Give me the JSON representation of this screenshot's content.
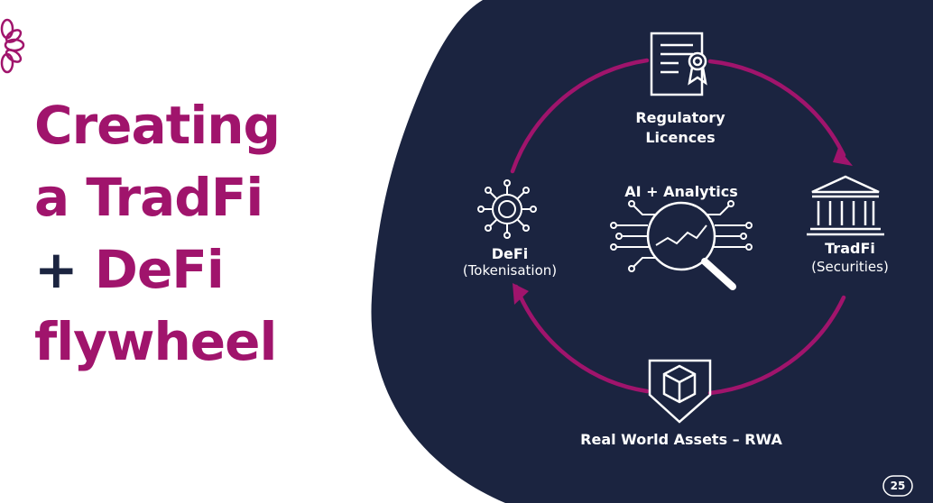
{
  "title": {
    "line1": "Creating",
    "line2": "a TradFi",
    "line3_plus": "+",
    "line3_rest": " DeFi",
    "line4": "flywheel"
  },
  "nodes": {
    "regulatory": {
      "line1": "Regulatory",
      "line2": "Licences"
    },
    "tradfi": {
      "name": "TradFi",
      "sub": "(Securities)"
    },
    "rwa": {
      "name": "Real World Assets – RWA"
    },
    "defi": {
      "name": "DeFi",
      "sub": "(Tokenisation)"
    },
    "center": {
      "name": "AI + Analytics"
    }
  },
  "page_number": "25",
  "colors": {
    "accent": "#a0146c",
    "navy": "#1b2440",
    "white": "#ffffff"
  }
}
